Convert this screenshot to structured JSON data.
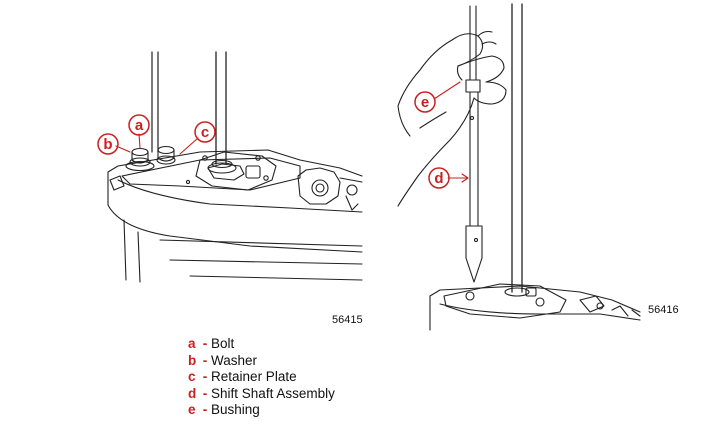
{
  "figures": [
    {
      "id": "left",
      "number": "56415"
    },
    {
      "id": "right",
      "number": "56416"
    }
  ],
  "callouts": {
    "a": "a",
    "b": "b",
    "c": "c",
    "d": "d",
    "e": "e"
  },
  "legend": [
    {
      "key": "a",
      "label": "Bolt"
    },
    {
      "key": "b",
      "label": "Washer"
    },
    {
      "key": "c",
      "label": "Retainer Plate"
    },
    {
      "key": "d",
      "label": "Shift Shaft Assembly"
    },
    {
      "key": "e",
      "label": "Bushing"
    }
  ],
  "colors": {
    "callout": "#cc1f1f",
    "line": "#222222"
  }
}
